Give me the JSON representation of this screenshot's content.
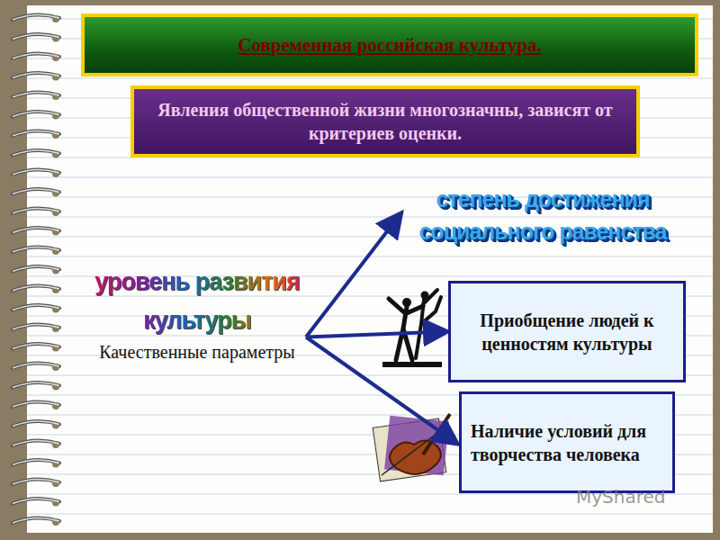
{
  "diagram": {
    "title": "Современная российская культура.",
    "nodes": [
      {
        "text": [
          "Явления общественной жизни многозначны, зависят от критериев оценки."
        ]
      },
      {
        "text": [
          "уровень развития культуры",
          "Качественные параметры"
        ]
      },
      {
        "text": [
          "степень достижения социального равенства"
        ]
      },
      {
        "text": [
          "Приобщение людей к ценностям культуры"
        ]
      },
      {
        "text": [
          "Наличие условий для творчества человека"
        ]
      }
    ],
    "edges": [
      {
        "from": 1,
        "to": 2,
        "arrow": "to"
      },
      {
        "from": 1,
        "to": 3,
        "arrow": "to"
      },
      {
        "from": 1,
        "to": 4,
        "arrow": "to"
      }
    ],
    "labels": [
      "MyShared"
    ]
  }
}
